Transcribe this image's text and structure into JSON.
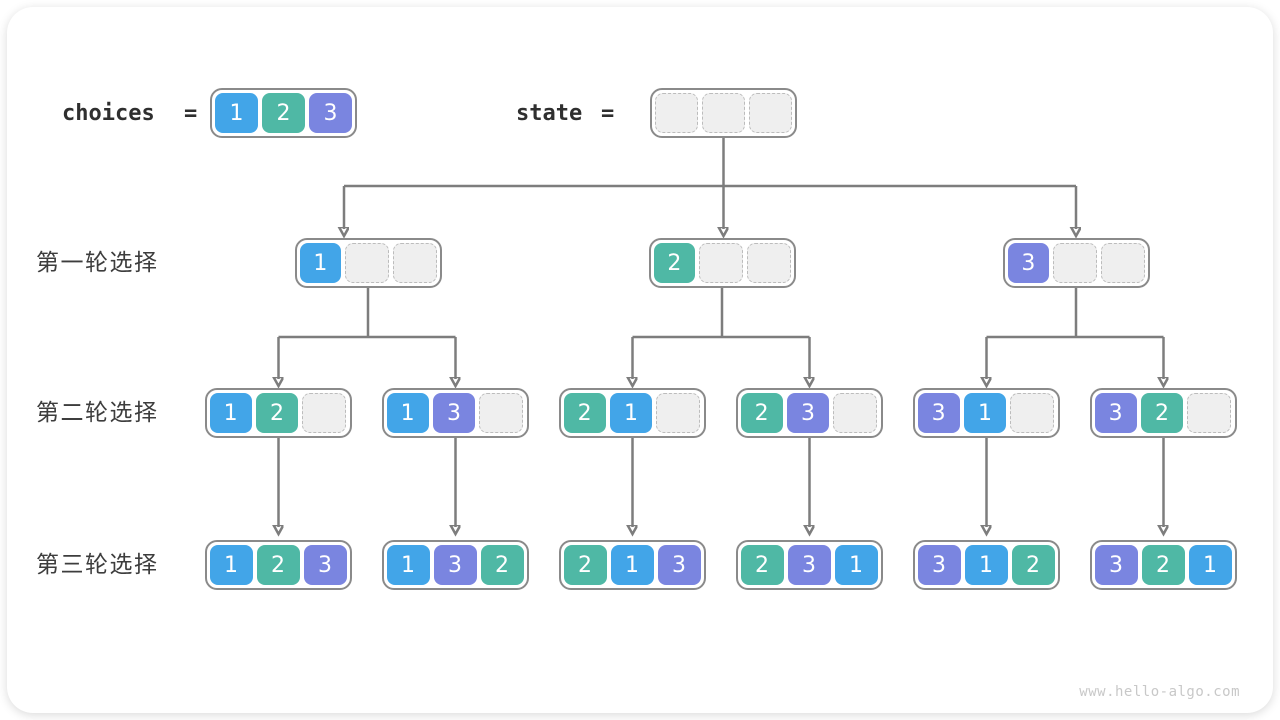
{
  "diagram": {
    "title_row": {
      "choices_label": "choices",
      "equals_sign": "=",
      "choices_values": [
        "1",
        "2",
        "3"
      ],
      "state_label": "state",
      "state_values": [
        null,
        null,
        null
      ]
    },
    "value_colors": {
      "1": "#42A5E8",
      "2": "#4FB8A5",
      "3": "#7A85E0"
    },
    "empty_slot_color": "#efefef",
    "connector_color": "#7d7d7d",
    "rounds": [
      {
        "label": "第一轮选择",
        "states": [
          [
            "1",
            null,
            null
          ],
          [
            "2",
            null,
            null
          ],
          [
            "3",
            null,
            null
          ]
        ]
      },
      {
        "label": "第二轮选择",
        "states": [
          [
            "1",
            "2",
            null
          ],
          [
            "1",
            "3",
            null
          ],
          [
            "2",
            "1",
            null
          ],
          [
            "2",
            "3",
            null
          ],
          [
            "3",
            "1",
            null
          ],
          [
            "3",
            "2",
            null
          ]
        ]
      },
      {
        "label": "第三轮选择",
        "states": [
          [
            "1",
            "2",
            "3"
          ],
          [
            "1",
            "3",
            "2"
          ],
          [
            "2",
            "1",
            "3"
          ],
          [
            "2",
            "3",
            "1"
          ],
          [
            "3",
            "1",
            "2"
          ],
          [
            "3",
            "2",
            "1"
          ]
        ]
      }
    ],
    "watermark": "www.hello-algo.com"
  }
}
